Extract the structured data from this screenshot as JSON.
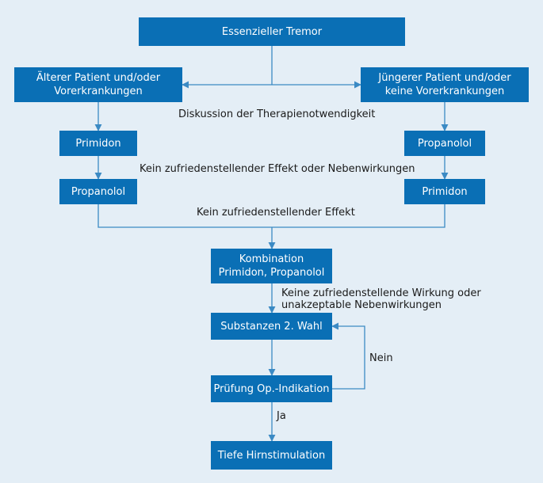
{
  "colors": {
    "box_fill": "#0a6fb5",
    "box_text": "#ffffff",
    "edge": "#3b8ac4",
    "background": "#e4eef6"
  },
  "nodes": {
    "start": "Essenzieller Tremor",
    "left_patient": [
      "Älterer Patient und/oder",
      "Vorerkrankungen"
    ],
    "right_patient": [
      "Jüngerer Patient und/oder",
      "keine Vorerkrankungen"
    ],
    "left_first": "Primidon",
    "right_first": "Propanolol",
    "left_second": "Propanolol",
    "right_second": "Primidon",
    "combination": [
      "Kombination",
      "Primidon, Propanolol"
    ],
    "second_choice": "Substanzen 2. Wahl",
    "op_check": "Prüfung Op.-Indikation",
    "dbs": "Tiefe Hirnstimulation"
  },
  "edge_labels": {
    "discussion": "Diskussion der Therapienotwendigkeit",
    "no_effect_or_side": "Kein zufriedenstellender Effekt oder Nebenwirkungen",
    "no_effect": "Kein zufriedenstellender Effekt",
    "combo_fail": [
      "Keine zufriedenstellende Wirkung oder",
      "unakzeptable Nebenwirkungen"
    ],
    "no": "Nein",
    "yes": "Ja"
  }
}
